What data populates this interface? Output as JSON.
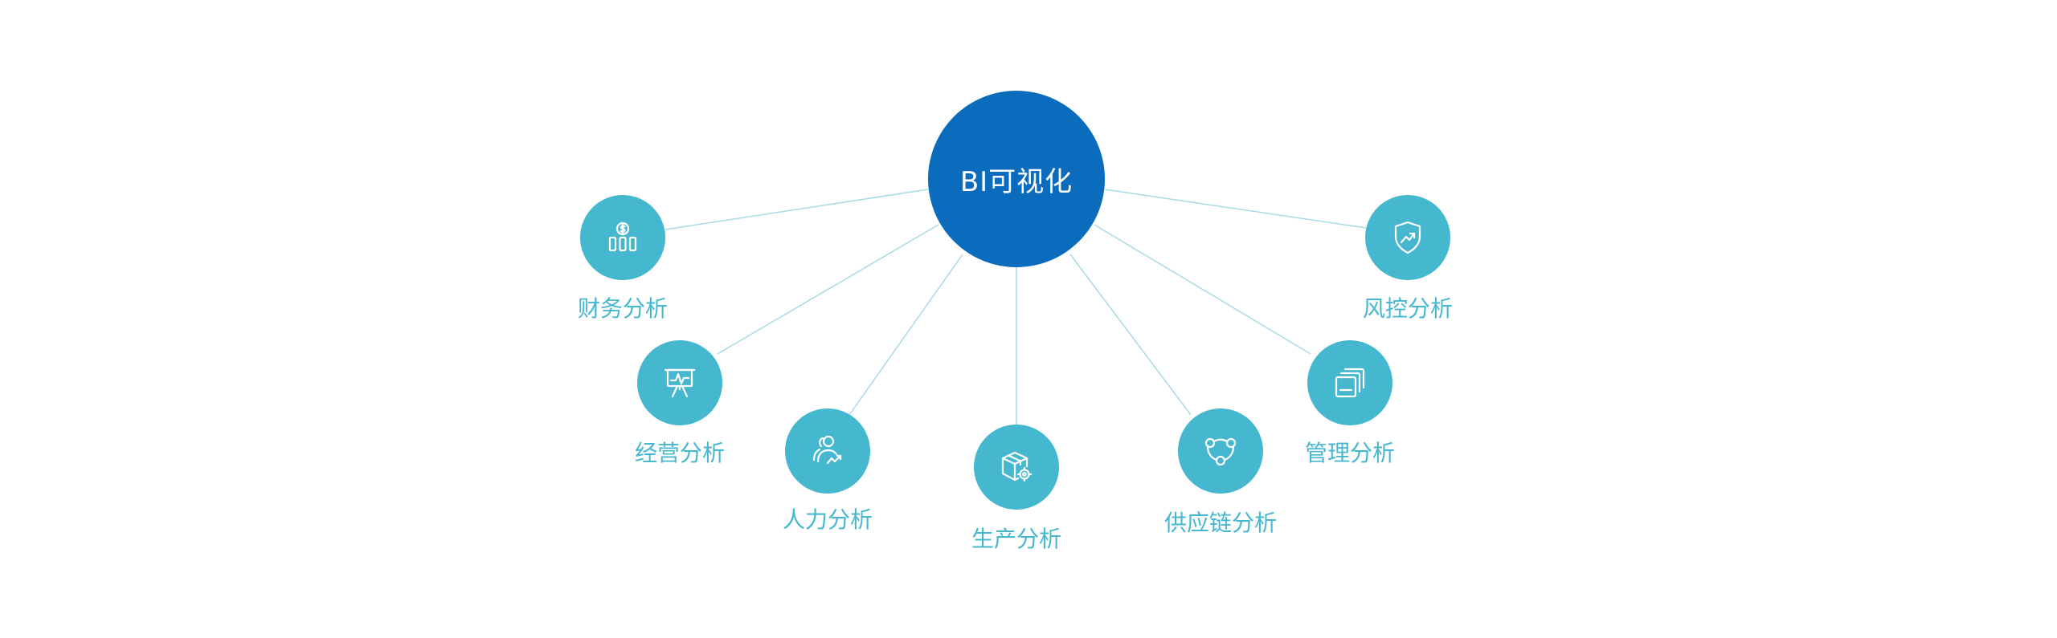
{
  "diagram": {
    "center": {
      "label": "BI可视化",
      "color": "#0b6bbd"
    },
    "node_color": "#45b8cf",
    "line_color": "#a9d9e6",
    "nodes": [
      {
        "id": "finance",
        "label": "财务分析",
        "icon": "dollar-bar-chart-icon"
      },
      {
        "id": "operation",
        "label": "经营分析",
        "icon": "presentation-board-icon"
      },
      {
        "id": "hr",
        "label": "人力分析",
        "icon": "people-trend-icon"
      },
      {
        "id": "production",
        "label": "生产分析",
        "icon": "box-gear-icon"
      },
      {
        "id": "supply",
        "label": "供应链分析",
        "icon": "network-nodes-icon"
      },
      {
        "id": "management",
        "label": "管理分析",
        "icon": "stacked-cards-icon"
      },
      {
        "id": "risk",
        "label": "风控分析",
        "icon": "shield-trend-icon"
      }
    ]
  }
}
